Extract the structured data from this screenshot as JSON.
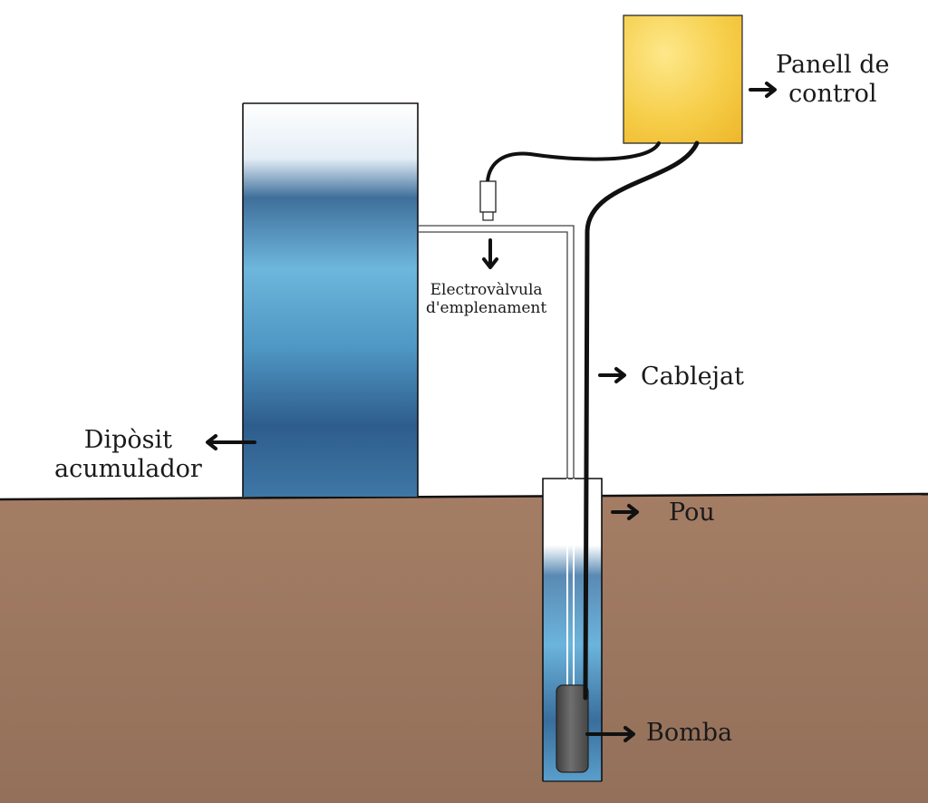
{
  "labels": {
    "panel_line1": "Panell de",
    "panel_line2": "control",
    "valve_line1": "Electrovàlvula",
    "valve_line2": "d'emplenament",
    "cabling": "Cablejat",
    "tank_line1": "Dipòsit",
    "tank_line2": "acumulador",
    "well": "Pou",
    "pump": "Bomba"
  },
  "colors": {
    "ground": "#a07a62",
    "ground_dark": "#8e6a53",
    "panel": "#f4c740",
    "panel_light": "#fbe27a",
    "water_light": "#6fb8dd",
    "water_dark": "#2c5f8f",
    "pump": "#5a5a5a",
    "line": "#111111"
  }
}
